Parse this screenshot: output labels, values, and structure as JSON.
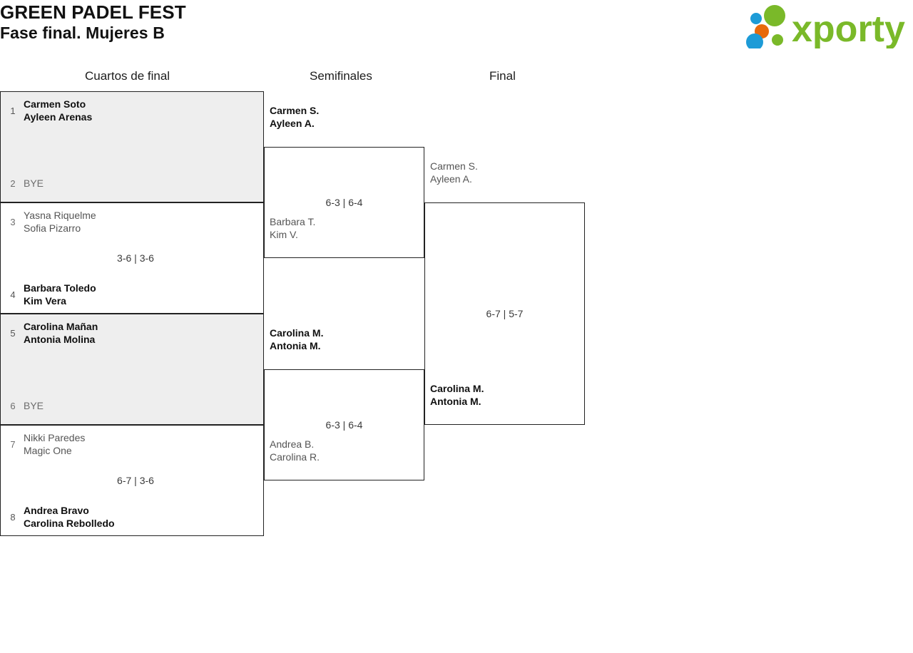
{
  "header": {
    "title_line1": "GREEN PADEL FEST",
    "title_line2": "Fase final. Mujeres B",
    "logo_text": "xporty",
    "logo_colors": {
      "green": "#7ab929",
      "orange": "#e8690b",
      "blue": "#1d9bd7"
    }
  },
  "rounds": [
    {
      "key": "quarterfinals",
      "label": "Cuartos de final"
    },
    {
      "key": "semifinals",
      "label": "Semifinales"
    },
    {
      "key": "final",
      "label": "Final"
    }
  ],
  "bracket": {
    "quarterfinals": [
      {
        "id": "qf1",
        "shaded": true,
        "score": "",
        "top": {
          "seed": "1",
          "player1": "Carmen Soto",
          "player2": "Ayleen Arenas",
          "result": "winner"
        },
        "bottom": {
          "seed": "2",
          "player1": "BYE",
          "player2": "",
          "result": "bye"
        }
      },
      {
        "id": "qf2",
        "shaded": false,
        "score": "3-6 | 3-6",
        "top": {
          "seed": "3",
          "player1": "Yasna Riquelme",
          "player2": "Sofia Pizarro",
          "result": "loser"
        },
        "bottom": {
          "seed": "4",
          "player1": "Barbara Toledo",
          "player2": "Kim Vera",
          "result": "winner"
        }
      },
      {
        "id": "qf3",
        "shaded": true,
        "score": "",
        "top": {
          "seed": "5",
          "player1": "Carolina Mañan",
          "player2": "Antonia Molina",
          "result": "winner"
        },
        "bottom": {
          "seed": "6",
          "player1": "BYE",
          "player2": "",
          "result": "bye"
        }
      },
      {
        "id": "qf4",
        "shaded": false,
        "score": "6-7 | 3-6",
        "top": {
          "seed": "7",
          "player1": "Nikki Paredes",
          "player2": "Magic One",
          "result": "loser"
        },
        "bottom": {
          "seed": "8",
          "player1": "Andrea Bravo",
          "player2": "Carolina Rebolledo",
          "result": "winner"
        }
      }
    ],
    "semifinals": [
      {
        "id": "sf1",
        "score": "6-3 | 6-4",
        "top": {
          "player1": "Carmen S.",
          "player2": "Ayleen A.",
          "result": "winner"
        },
        "bottom": {
          "player1": "Barbara T.",
          "player2": "Kim V.",
          "result": "loser"
        }
      },
      {
        "id": "sf2",
        "score": "6-3 | 6-4",
        "top": {
          "player1": "Carolina M.",
          "player2": "Antonia M.",
          "result": "winner"
        },
        "bottom": {
          "player1": "Andrea B.",
          "player2": "Carolina R.",
          "result": "loser"
        }
      }
    ],
    "final": {
      "id": "f1",
      "score": "6-7 | 5-7",
      "top": {
        "player1": "Carmen S.",
        "player2": "Ayleen A.",
        "result": "loser"
      },
      "bottom": {
        "player1": "Carolina M.",
        "player2": "Antonia M.",
        "result": "winner"
      }
    }
  }
}
